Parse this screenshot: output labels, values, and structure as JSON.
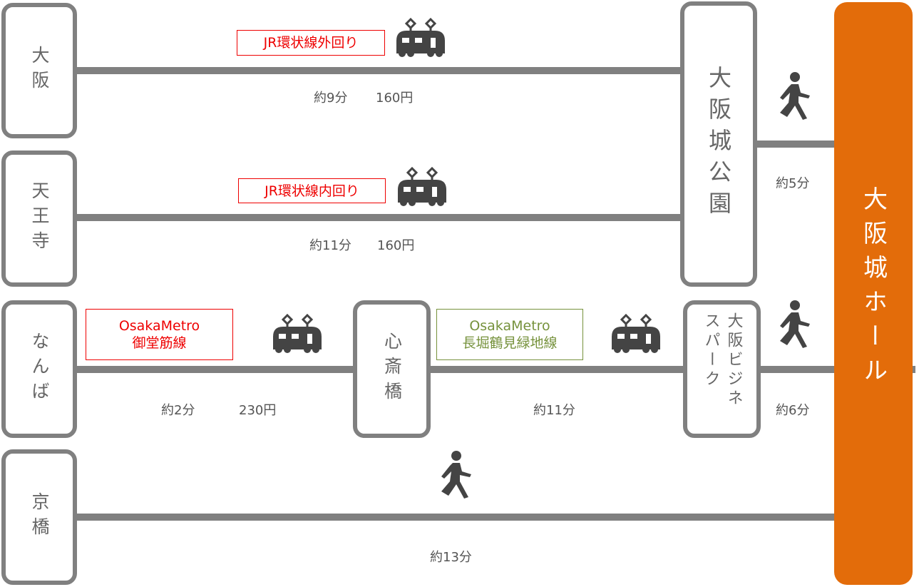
{
  "destination": "大阪城ホール",
  "stations": {
    "osaka": "大阪",
    "tennoji": "天王寺",
    "namba": "なんば",
    "kyobashi": "京橋",
    "osakajokoen": "大阪城公園",
    "shinsaibashi": "心斎橋",
    "obp": "大阪ビジネスパーク"
  },
  "routes": {
    "osaka": {
      "line": "JR環状線外回り",
      "time": "約9分",
      "fare": "160円"
    },
    "tennoji": {
      "line": "JR環状線内回り",
      "time": "約11分",
      "fare": "160円"
    },
    "namba": {
      "line1": "OsakaMetro",
      "line2": "御堂筋線",
      "time": "約2分",
      "fare": "230円"
    },
    "shinsaibashi": {
      "line1": "OsakaMetro",
      "line2": "長堀鶴見緑地線",
      "time": "約11分"
    },
    "koen_walk": {
      "time": "約5分"
    },
    "obp_walk": {
      "time": "約6分"
    },
    "kyobashi_walk": {
      "time": "約13分"
    }
  },
  "colors": {
    "jr": "#ee0000",
    "metro_green": "#76923c",
    "hall": "#e36c0a",
    "line": "#808080"
  }
}
